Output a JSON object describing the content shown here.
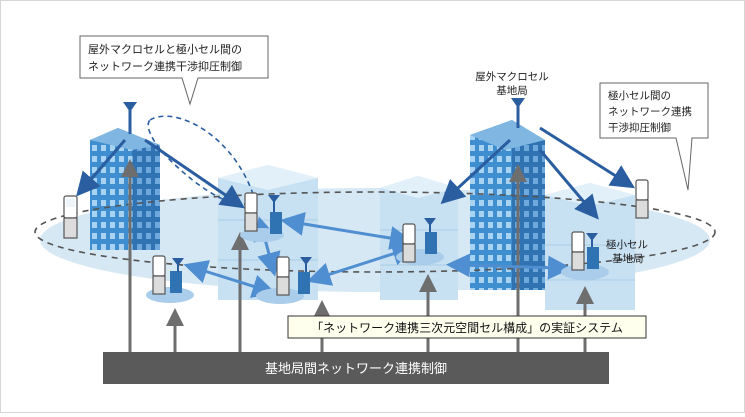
{
  "callouts": {
    "top_left": {
      "line1": "屋外マクロセルと極小セル間の",
      "line2": "ネットワーク連携干渉抑圧制御"
    },
    "top_right": {
      "line1": "極小セル間の",
      "line2": "ネットワーク連携",
      "line3": "干渉抑圧制御"
    }
  },
  "labels": {
    "macro_base_station": {
      "line1": "屋外マクロセル",
      "line2": "基地局"
    },
    "small_cell_base_station": {
      "line1": "極小セル",
      "line2": "基地局"
    }
  },
  "caption": "「ネットワーク連携三次元空間セル構成」の実証システム",
  "control_bar": "基地局間ネットワーク連携制御",
  "colors": {
    "arrow_blue": "#2a5ea0",
    "building_blue": "#3f8fd0",
    "light_cell": "#cfe3f3",
    "control_bar_gray": "#5a5a5a",
    "vertical_arrow_gray": "#6e6e6e"
  }
}
